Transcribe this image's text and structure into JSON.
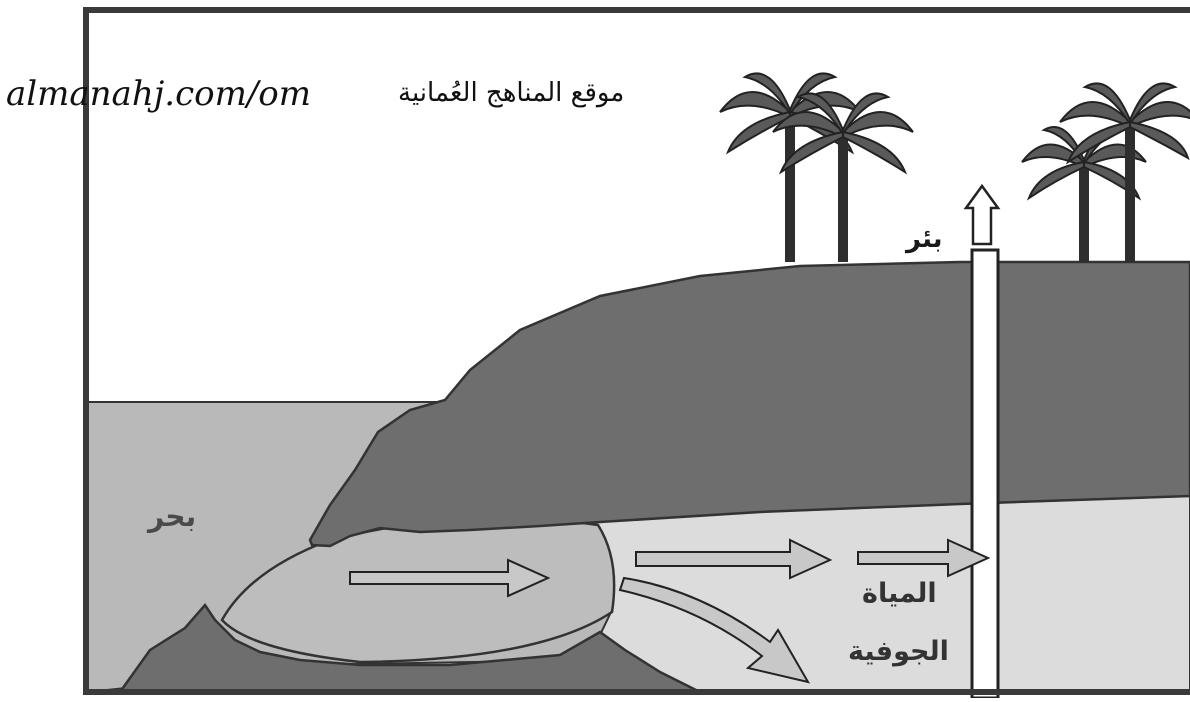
{
  "watermark": {
    "site": "almanahj.com/om",
    "site_name": "موقع المناهج العُمانية"
  },
  "labels": {
    "well": "بئر",
    "sea": "بحر",
    "groundwater_line1": "المياة",
    "groundwater_line2": "الجوفية"
  },
  "colors": {
    "frame": "#3a3a3a",
    "sky": "#ffffff",
    "sea": "#b9b9b9",
    "land": "#6e6e6e",
    "aquifer": "#dcdcdc",
    "arrow_fill": "#c8c8c8",
    "palm": "#2e2e2e"
  },
  "icons": [
    "palm-tree-icon",
    "up-arrow-icon",
    "flow-arrow-icon"
  ]
}
